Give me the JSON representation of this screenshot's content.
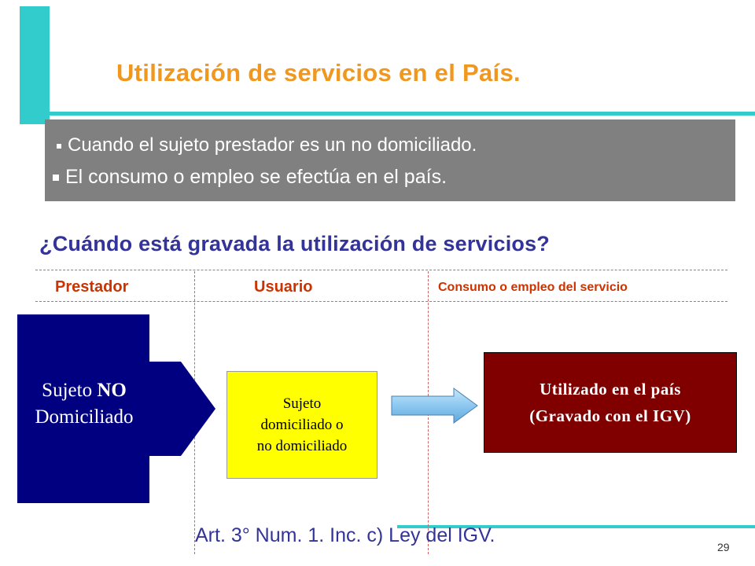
{
  "slide": {
    "title": "Utilización de servicios en el País.",
    "bullets": [
      "Cuando el sujeto prestador es un no domiciliado.",
      "El consumo o empleo se efectúa en el país."
    ],
    "question": "¿Cuándo está gravada la utilización de servicios?",
    "columns": {
      "prestador": "Prestador",
      "usuario": "Usuario",
      "consumo": "Consumo o empleo del servicio"
    },
    "prestador_box": {
      "line1_prefix": "Sujeto ",
      "line1_bold": "NO",
      "line2": "Domiciliado"
    },
    "usuario_box": {
      "line1": "Sujeto",
      "line2": "domiciliado o",
      "line3": "no domiciliado"
    },
    "result_box": {
      "line1": "Utilizado en el país",
      "line2": "(Gravado con el IGV)"
    },
    "law_reference": "Art. 3° Num. 1. Inc. c) Ley del IGV.",
    "page_number": "29"
  },
  "colors": {
    "accent_teal": "#33CCCC",
    "title_orange": "#F0971F",
    "info_gray": "#808080",
    "navy": "#000080",
    "yellow": "#FFFF00",
    "maroon": "#800000",
    "heading_red": "#CC3300",
    "text_blue": "#333399"
  }
}
